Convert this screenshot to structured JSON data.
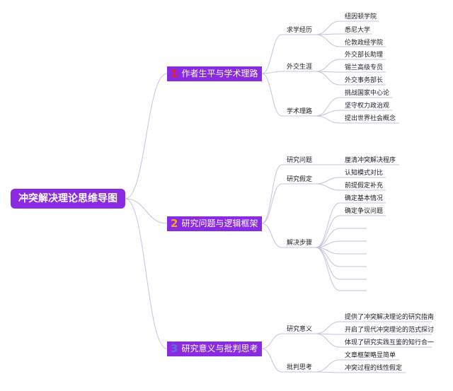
{
  "root": {
    "title": "冲突解决理论思维导图"
  },
  "branches": [
    {
      "number": "1",
      "label": "作者生平与学术理路",
      "badge_color": "#e5242b",
      "children": [
        {
          "label": "求学经历",
          "leaves": [
            "纽因顿学院",
            "悉尼大学",
            "伦敦政经学院"
          ]
        },
        {
          "label": "外交生涯",
          "leaves": [
            "外交部长助理",
            "锡兰高级专员",
            "外交事务部长"
          ]
        },
        {
          "label": "学术理路",
          "leaves": [
            "挑战国家中心论",
            "坚守权力政治观",
            "提出世界社会概念"
          ]
        }
      ]
    },
    {
      "number": "2",
      "label": "研究问题与逻辑框架",
      "badge_color": "#f5a623",
      "children": [
        {
          "label": "研究问题",
          "leaves": [
            "厘清冲突解决程序"
          ]
        },
        {
          "label": "研究假定",
          "leaves": [
            "认知模式对比",
            "前提假定补充"
          ]
        },
        {
          "label": "解决步骤",
          "leaves": [
            "确定基本情况",
            "确定争议问题",
            "",
            "",
            "",
            "",
            "",
            ""
          ]
        }
      ]
    },
    {
      "number": "3",
      "label": "研究意义与批判思考",
      "badge_color": "#5b6ee1",
      "children": [
        {
          "label": "研究意义",
          "leaves": [
            "提供了冲突解决理论的研究指南",
            "开启了现代冲突理论的范式探讨",
            "体现了研究实践互鉴的知行合一"
          ]
        },
        {
          "label": "批判思考",
          "leaves": [
            "文章框架略显简单",
            "冲突过程的线性假定"
          ]
        }
      ]
    }
  ],
  "colors": {
    "node": "#8a2be2",
    "line": "#c9c2de"
  }
}
